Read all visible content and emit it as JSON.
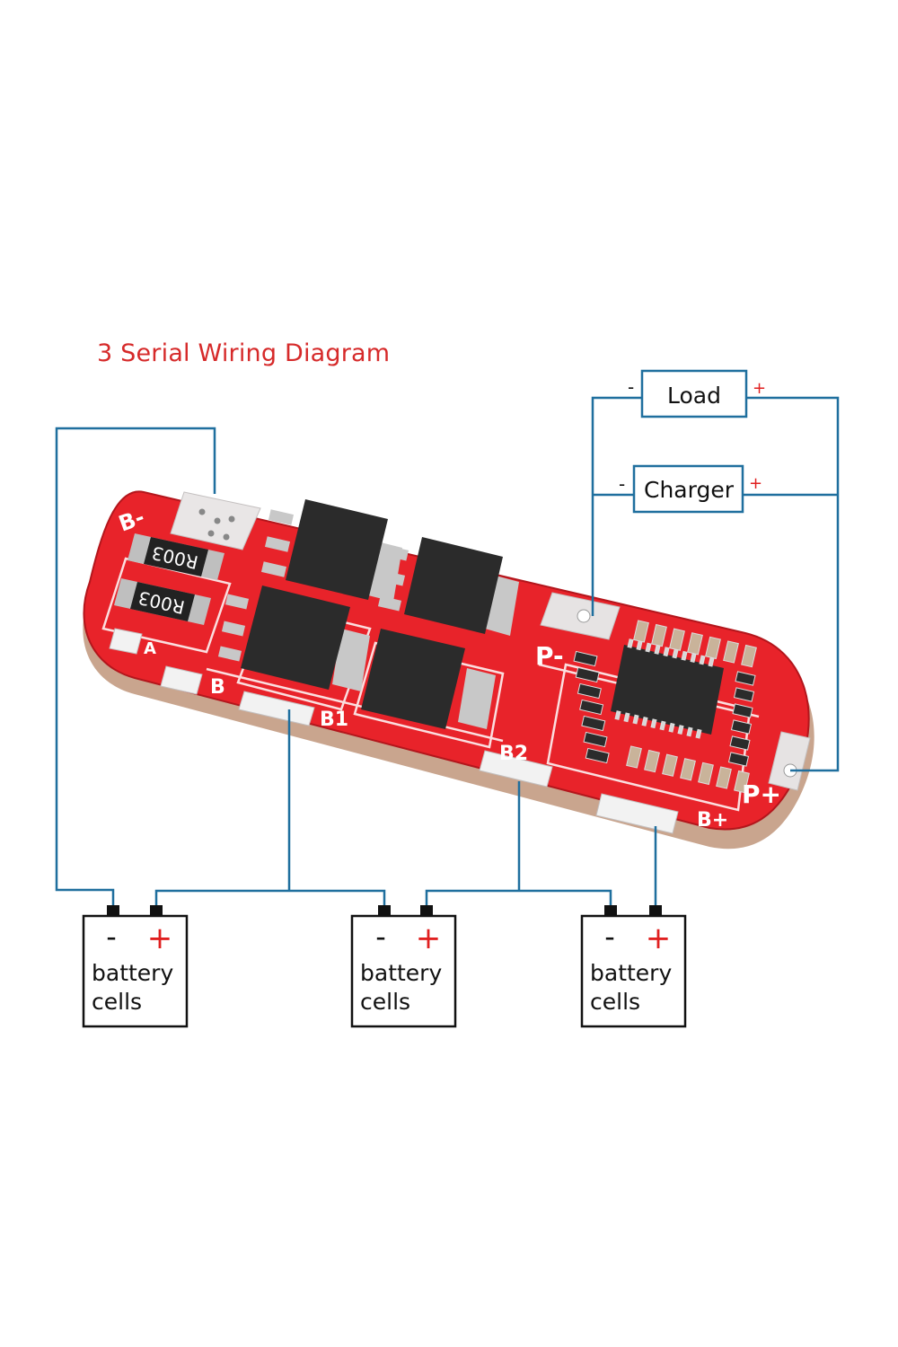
{
  "title": "3 Serial Wiring Diagram",
  "colors": {
    "title": "#d62a2a",
    "wire": "#1f6f9e",
    "board": "#e8232a",
    "board_edge": "#b3161c",
    "chip": "#2b2b2b",
    "silk": "#ffffff",
    "plus": "#e02020"
  },
  "external": {
    "load": {
      "label": "Load",
      "minus": "-",
      "plus": "+"
    },
    "charger": {
      "label": "Charger",
      "minus": "-",
      "plus": "+"
    }
  },
  "board": {
    "pad_labels": {
      "b_minus": "B-",
      "a": "A",
      "b": "B",
      "b1": "B1",
      "b2": "B2",
      "b_plus": "B+",
      "p_minus": "P-",
      "p_plus": "P+"
    },
    "resistors": [
      "R003",
      "R003"
    ],
    "mosfet_count": 4
  },
  "cells": [
    {
      "minus": "-",
      "plus": "+",
      "line1": "battery",
      "line2": "cells"
    },
    {
      "minus": "-",
      "plus": "+",
      "line1": "battery",
      "line2": "cells"
    },
    {
      "minus": "-",
      "plus": "+",
      "line1": "battery",
      "line2": "cells"
    }
  ]
}
